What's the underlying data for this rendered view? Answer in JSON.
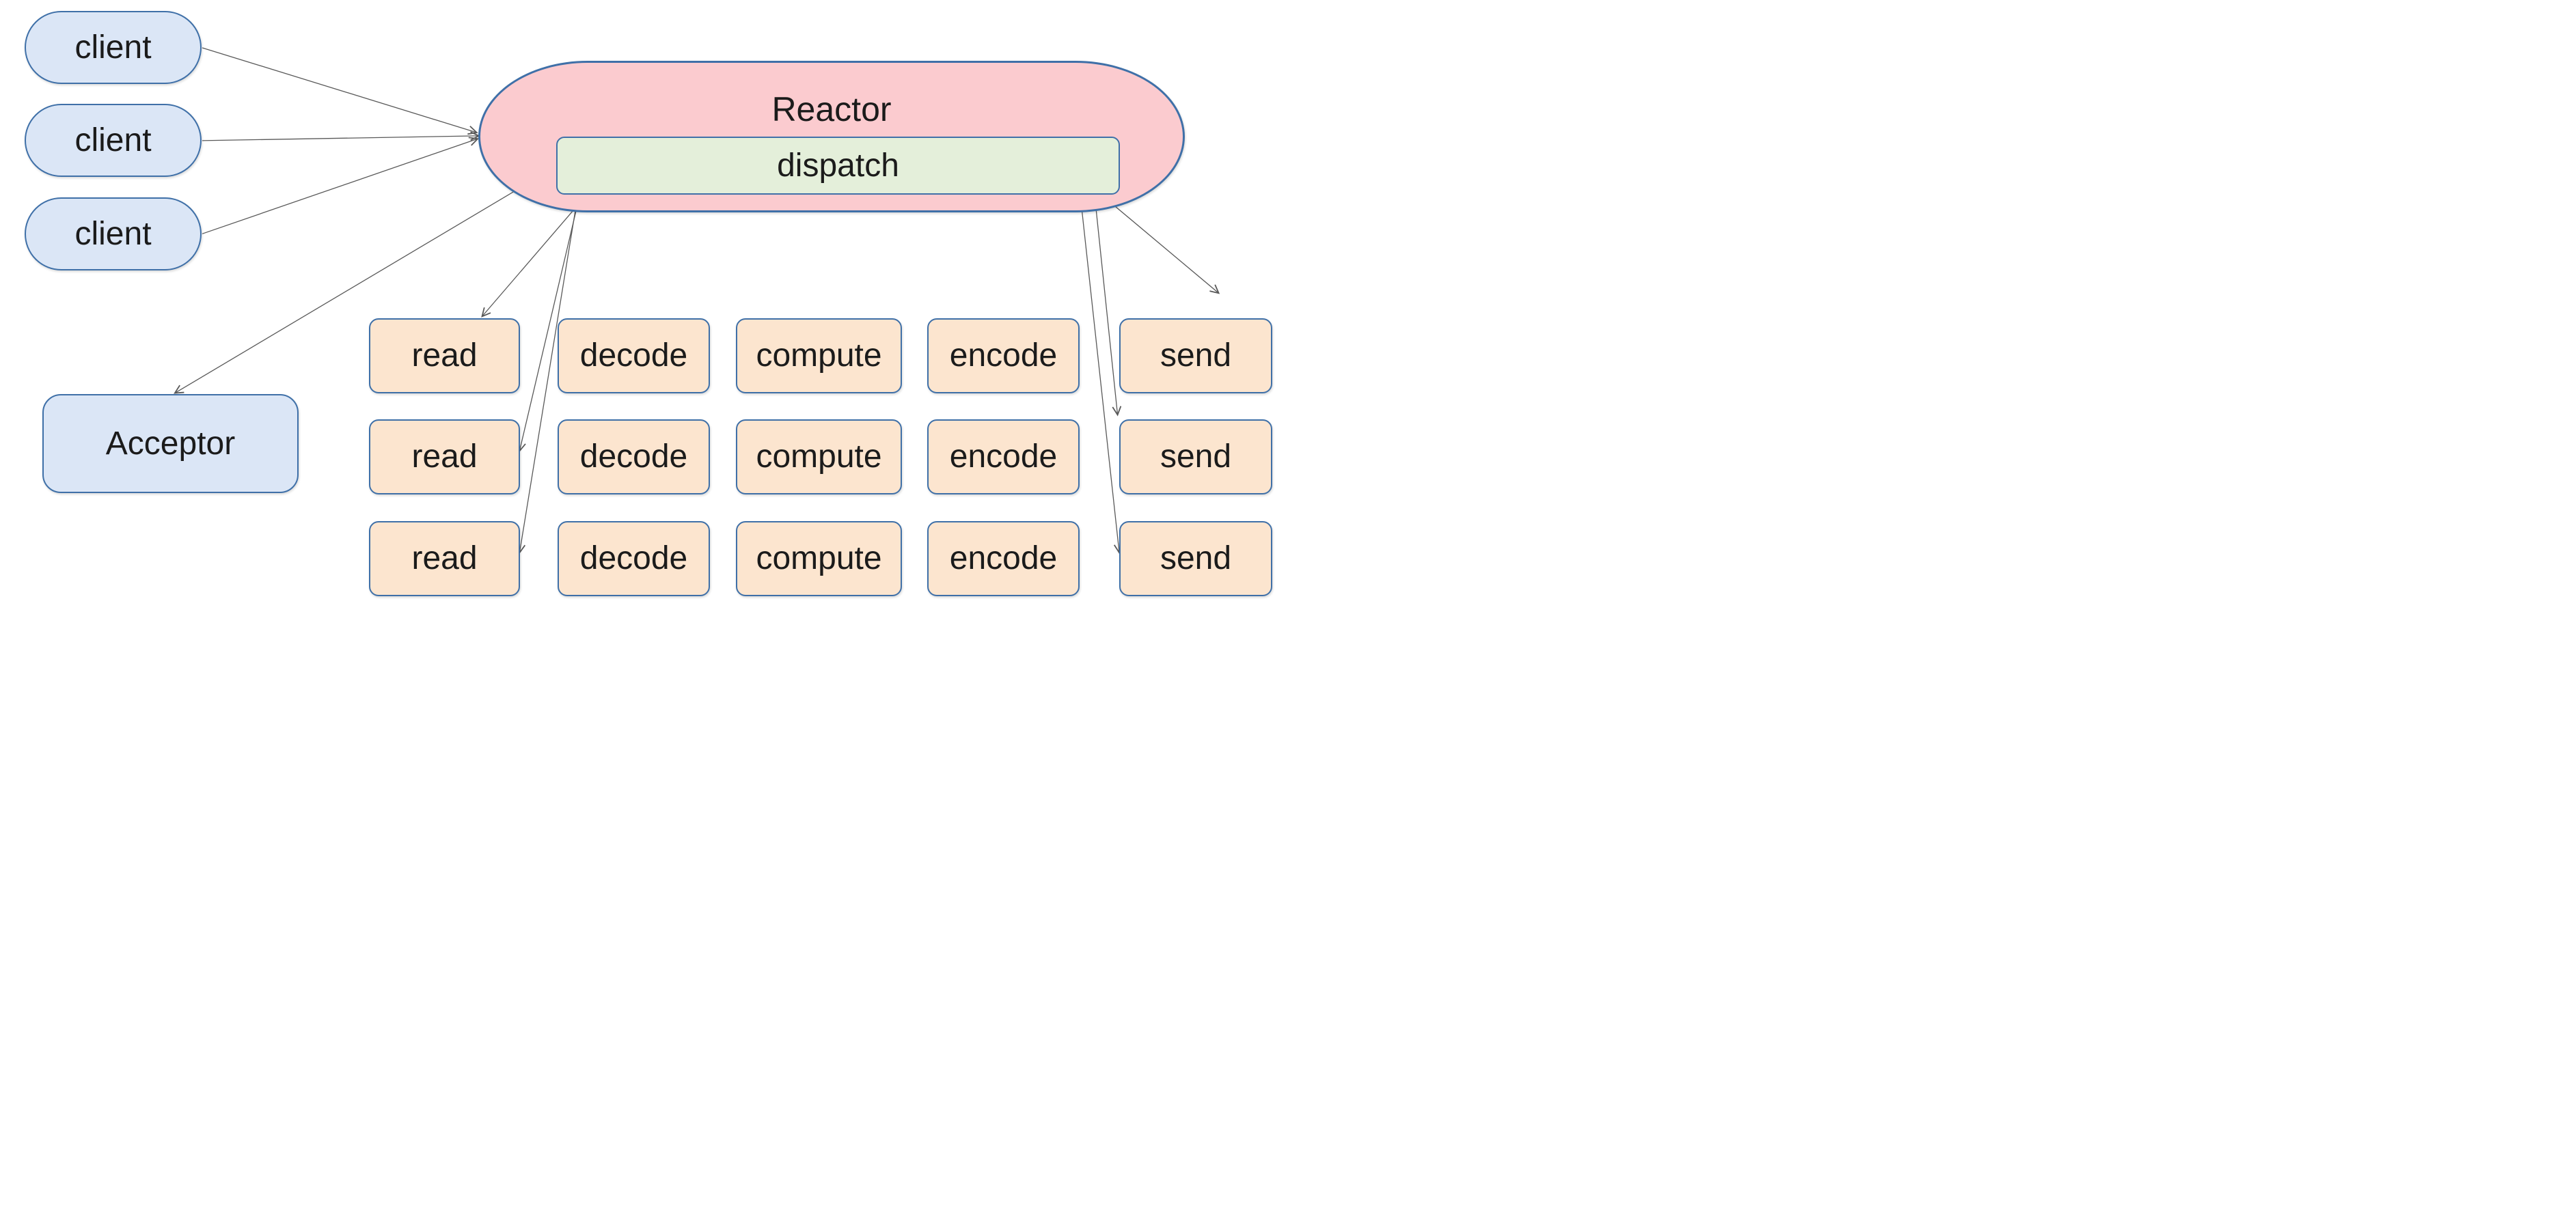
{
  "clients": [
    {
      "label": "client"
    },
    {
      "label": "client"
    },
    {
      "label": "client"
    }
  ],
  "reactor": {
    "label": "Reactor"
  },
  "dispatch": {
    "label": "dispatch"
  },
  "acceptor": {
    "label": "Acceptor"
  },
  "workers": {
    "columns": [
      "read",
      "decode",
      "compute",
      "encode",
      "send"
    ],
    "cells": [
      [
        "read",
        "decode",
        "compute",
        "encode",
        "send"
      ],
      [
        "read",
        "decode",
        "compute",
        "encode",
        "send"
      ],
      [
        "read",
        "decode",
        "compute",
        "encode",
        "send"
      ]
    ]
  },
  "colors": {
    "client_fill": "#dbe6f6",
    "worker_fill": "#fce5cf",
    "reactor_fill": "#fbcbcf",
    "dispatch_fill": "#e4efda",
    "border": "#3f70a8",
    "arrow": "#595959",
    "text": "#1b1b1b"
  }
}
